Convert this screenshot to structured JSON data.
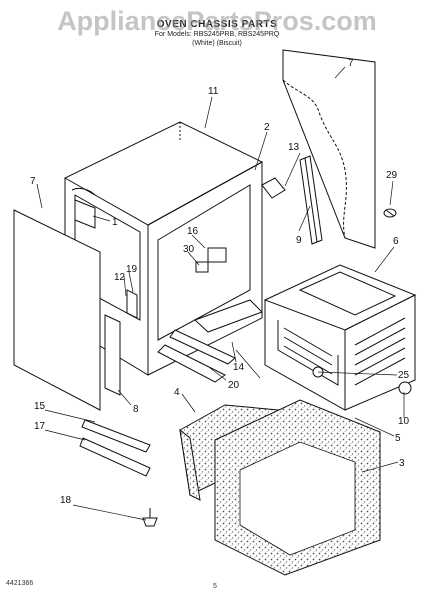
{
  "header": {
    "title": "OVEN CHASSIS PARTS",
    "models": "For Models: RBS245PRB, RBS245PRQ",
    "colors": "(White)     (Biscuit)"
  },
  "watermark": "AppliancePartsPros.com",
  "footer": {
    "figure_code": "4421366",
    "page_number": "5"
  },
  "callouts": [
    "1",
    "2",
    "3",
    "4",
    "5",
    "6",
    "7",
    "7",
    "8",
    "9",
    "10",
    "11",
    "12",
    "13",
    "14",
    "15",
    "16",
    "17",
    "18",
    "19",
    "20",
    "25",
    "29",
    "30"
  ]
}
